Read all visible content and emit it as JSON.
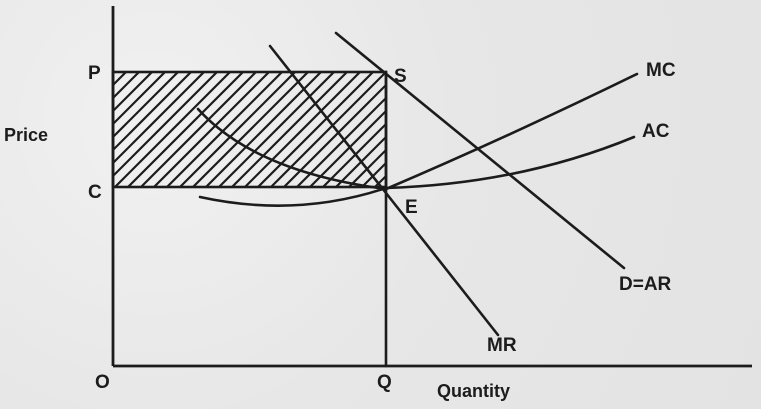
{
  "diagram": {
    "points": {
      "origin": "O",
      "price_level": "P",
      "cost_level": "C",
      "point_s": "S",
      "point_e": "E",
      "quantity_q": "Q"
    },
    "axes": {
      "y_label": "Price",
      "x_label": "Quantity"
    },
    "curves": {
      "mc": "MC",
      "ac": "AC",
      "demand": "D=AR",
      "mr": "MR"
    }
  }
}
